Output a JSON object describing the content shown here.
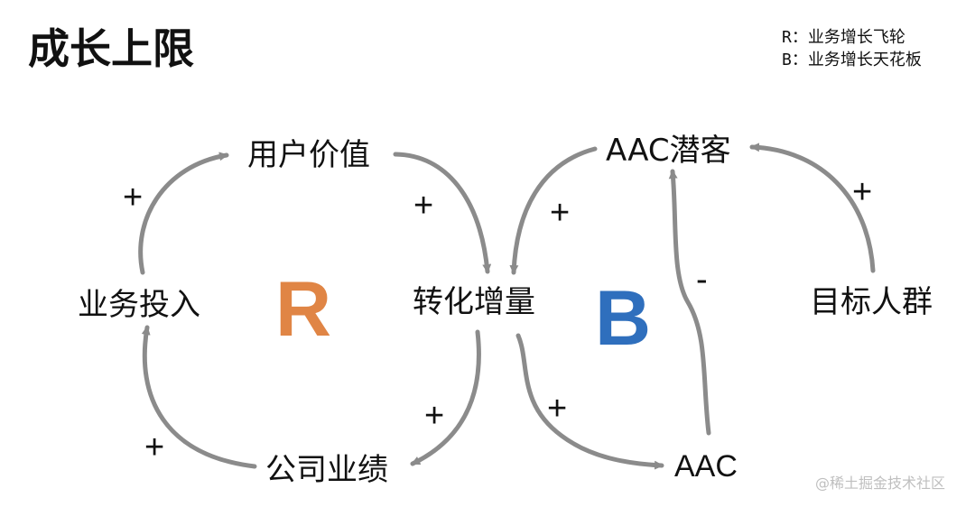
{
  "title": "成长上限",
  "legend": {
    "r": "R：业务增长飞轮",
    "b": "B：业务增长天花板"
  },
  "loops": {
    "r_label": "R",
    "b_label": "B"
  },
  "nodes": {
    "user_value": "用户价值",
    "conversion": "转化增量",
    "business_input": "业务投入",
    "company_performance": "公司业绩",
    "aac_potential": "AAC潜客",
    "target_group": "目标人群",
    "aac": "AAC"
  },
  "signs": {
    "business_to_user": "+",
    "user_to_conversion": "+",
    "conversion_to_performance": "+",
    "performance_to_business": "+",
    "potential_to_conversion": "+",
    "target_to_potential": "+",
    "conversion_to_aac": "+",
    "aac_to_potential": "-"
  },
  "watermark": "@稀土掘金技术社区",
  "colors": {
    "arrow": "#8b8b8b",
    "r_loop": "#e08545",
    "b_loop": "#2f6fbd"
  },
  "icons": {
    "arrowhead": "triangle-arrowhead"
  }
}
